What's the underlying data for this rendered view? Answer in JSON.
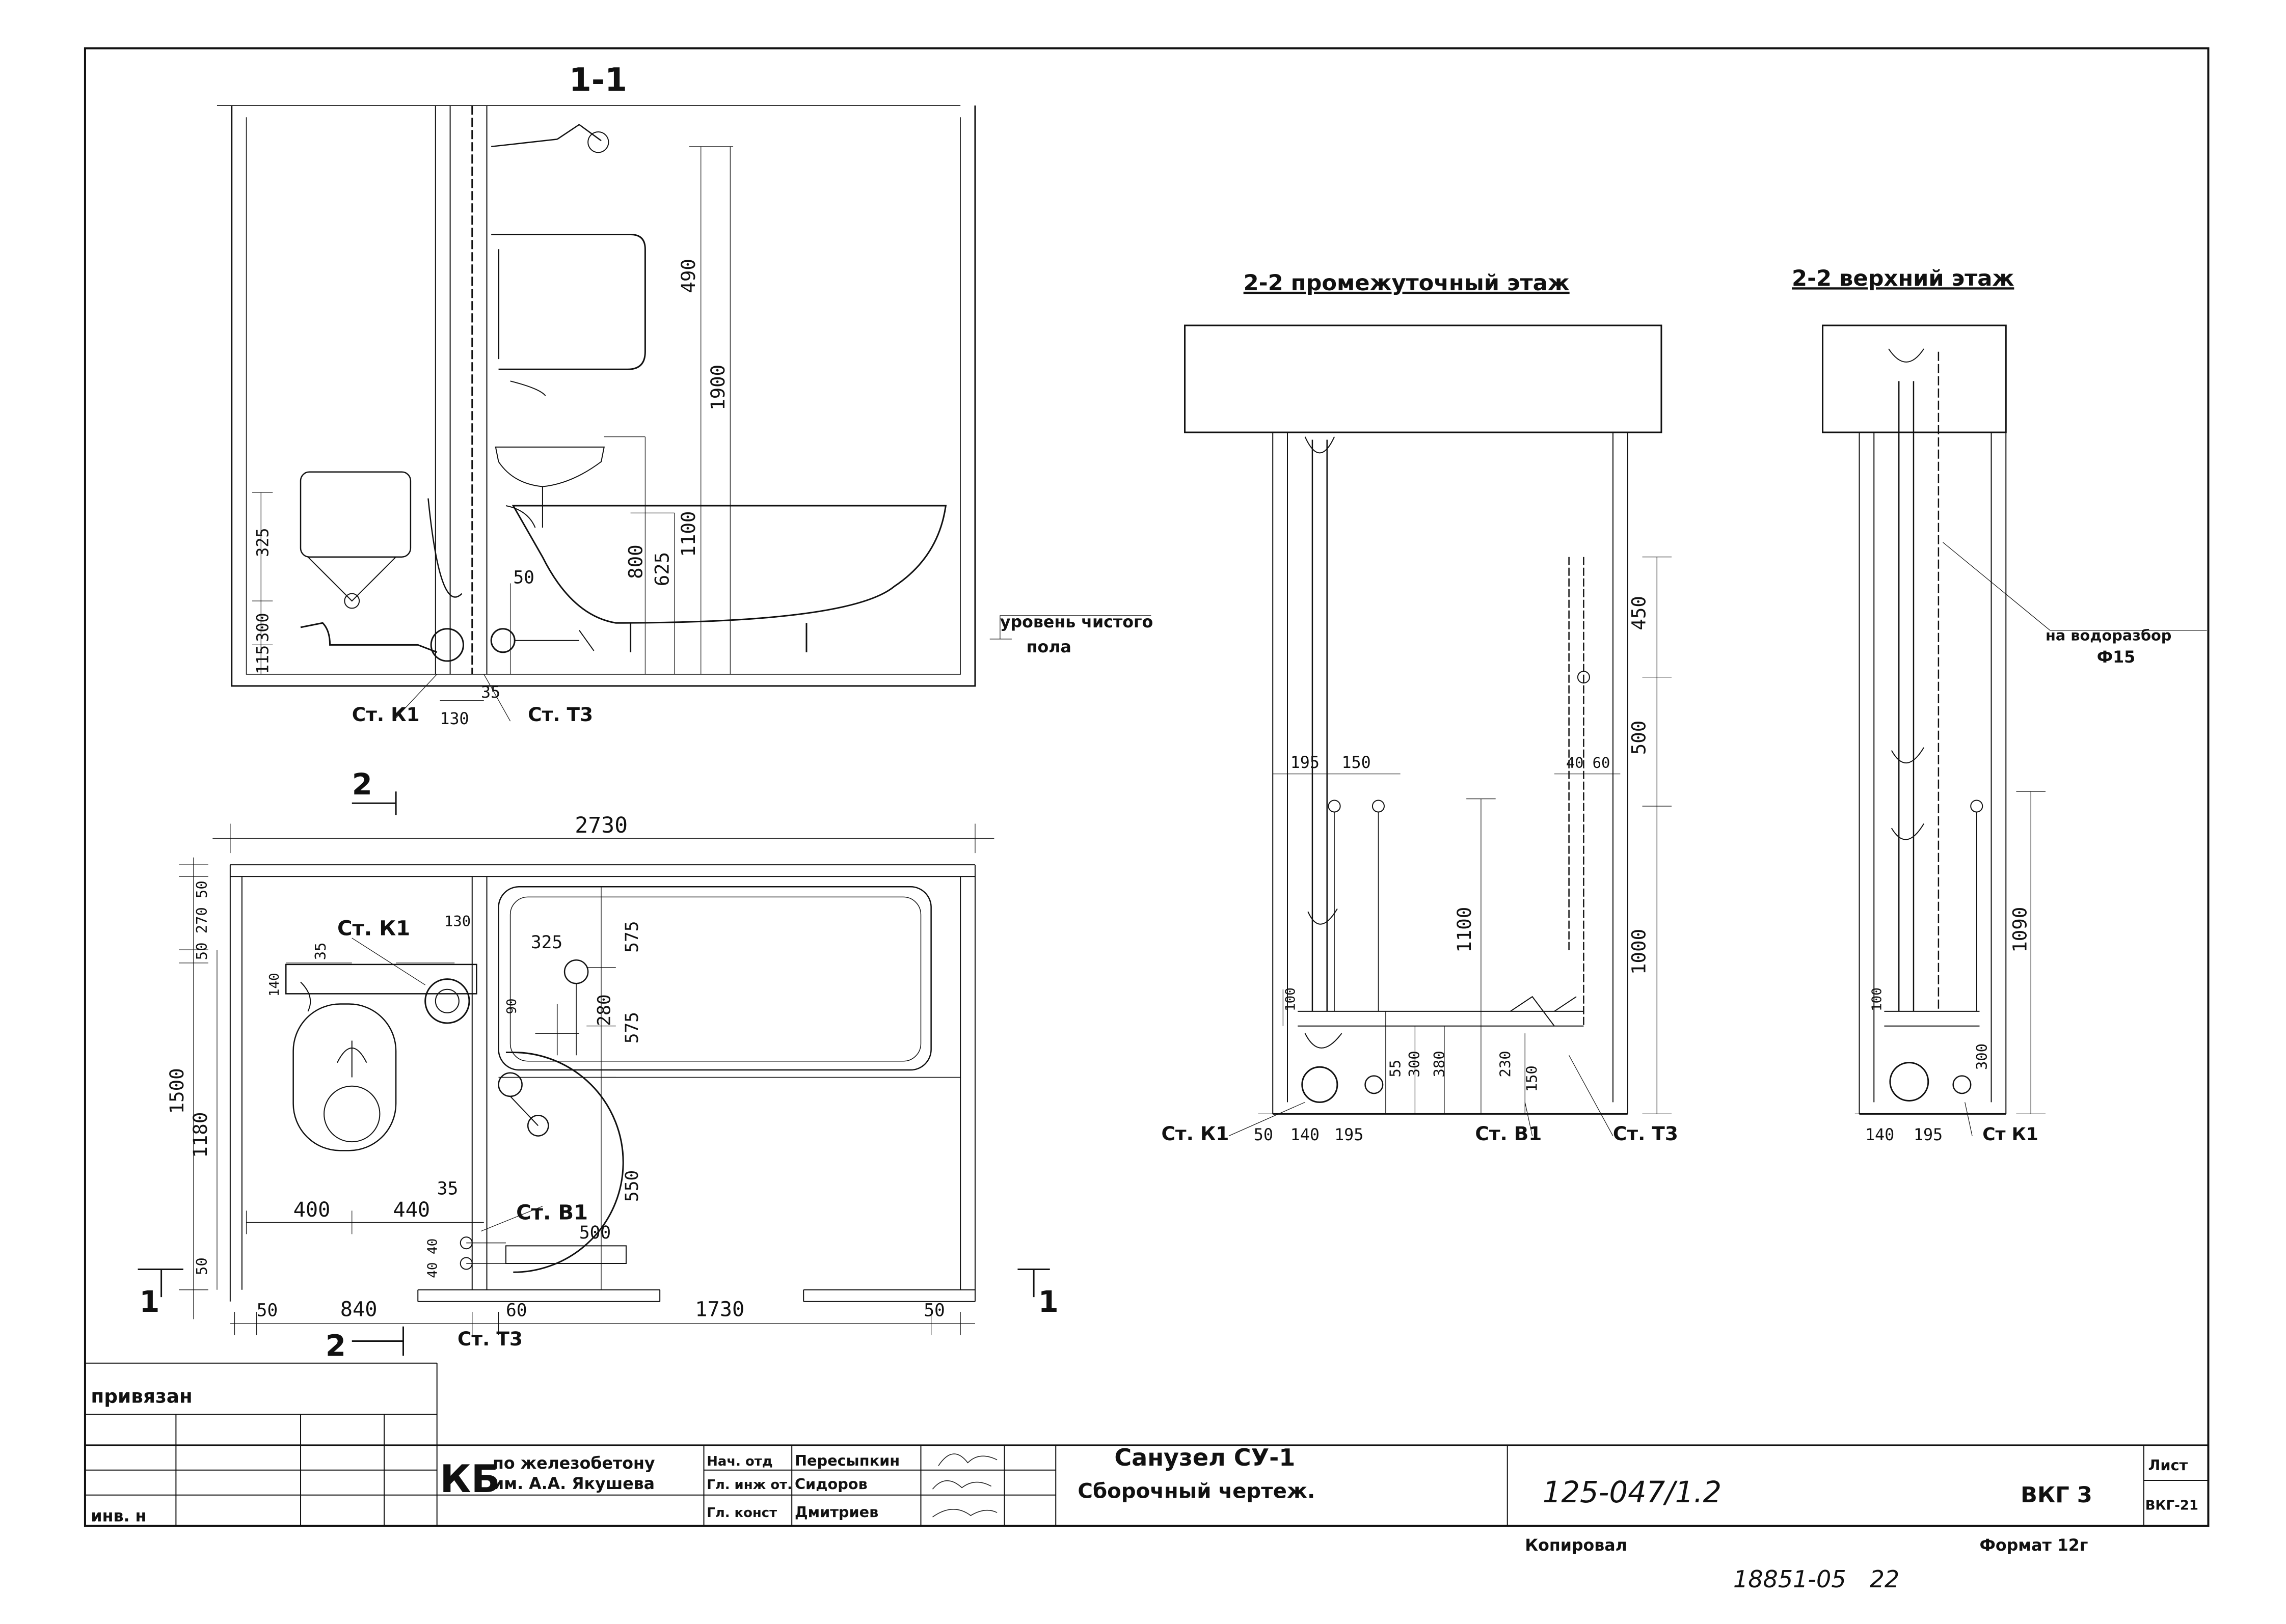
{
  "views": {
    "section_1_1": {
      "title": "1-1",
      "dims": [
        "490",
        "1900",
        "800",
        "625",
        "1100",
        "325",
        "300",
        "115",
        "50",
        "130",
        "35"
      ],
      "riser_k1": "Ст. К1",
      "riser_t3": "Ст. Т3",
      "floor_note_line1": "уровень чистого",
      "floor_note_line2": "пола"
    },
    "plan": {
      "section_mark_top": "2",
      "section_mark_bottom": "2",
      "cut_left": "1",
      "cut_right": "1",
      "riser_k1": "Ст. К1",
      "riser_b1": "Ст. В1",
      "riser_t3": "Ст. Т3",
      "dim_total_width": "2730",
      "dim_top_stack": "50 270 50",
      "dim_1500": "1500",
      "dim_1180": "1180",
      "dim_50_left": "50",
      "dim_140": "140",
      "dim_35_a": "35",
      "dim_130": "130",
      "dim_325": "325",
      "dim_575_a": "575",
      "dim_280": "280",
      "dim_575_b": "575",
      "dim_90": "90",
      "dim_550": "550",
      "dim_400": "400",
      "dim_440": "440",
      "dim_35_b": "35",
      "dim_500": "500",
      "dim_4040": "40 40",
      "dim_50_bl": "50",
      "dim_840": "840",
      "dim_60": "60",
      "dim_1730": "1730",
      "dim_50_br": "50"
    },
    "section_2_2_mid": {
      "title": "2-2 промежуточный этаж",
      "dims": [
        "450",
        "500",
        "1000",
        "1100",
        "195",
        "150",
        "40",
        "60",
        "55",
        "300",
        "380",
        "230",
        "150",
        "50",
        "140",
        "195",
        "100"
      ],
      "riser_k1": "Ст. К1",
      "riser_b1": "Ст. В1",
      "riser_t3": "Ст. Т3"
    },
    "section_2_2_top": {
      "title": "2-2 верхний этаж",
      "note": "на водоразбор",
      "note_dia": "Ф15",
      "dims": [
        "1090",
        "300",
        "100",
        "140",
        "195"
      ],
      "riser_k1": "Ст К1"
    }
  },
  "title_block": {
    "binding_label": "привязан",
    "inv_label": "инв. н",
    "org_logo": "КБ",
    "org_line1": "по железобетону",
    "org_line2": "им. А.А. Якушева",
    "roles": [
      "Нач. отд",
      "Гл. инж от.",
      "Гл. конст"
    ],
    "names": [
      "Пересыпкин",
      "Сидоров",
      "Дмитриев"
    ],
    "drawing_title_line1": "Санузел СУ-1",
    "drawing_title_line2": "Сборочный чертеж.",
    "doc_number": "125-047/1.2",
    "sheet_code": "ВКГ 3",
    "sheet_header": "Лист",
    "sheet_number": "ВКГ-21",
    "copied_label": "Копировал",
    "format_label": "Формат 12г",
    "archive_number": "18851-05",
    "archive_suffix": "22"
  }
}
